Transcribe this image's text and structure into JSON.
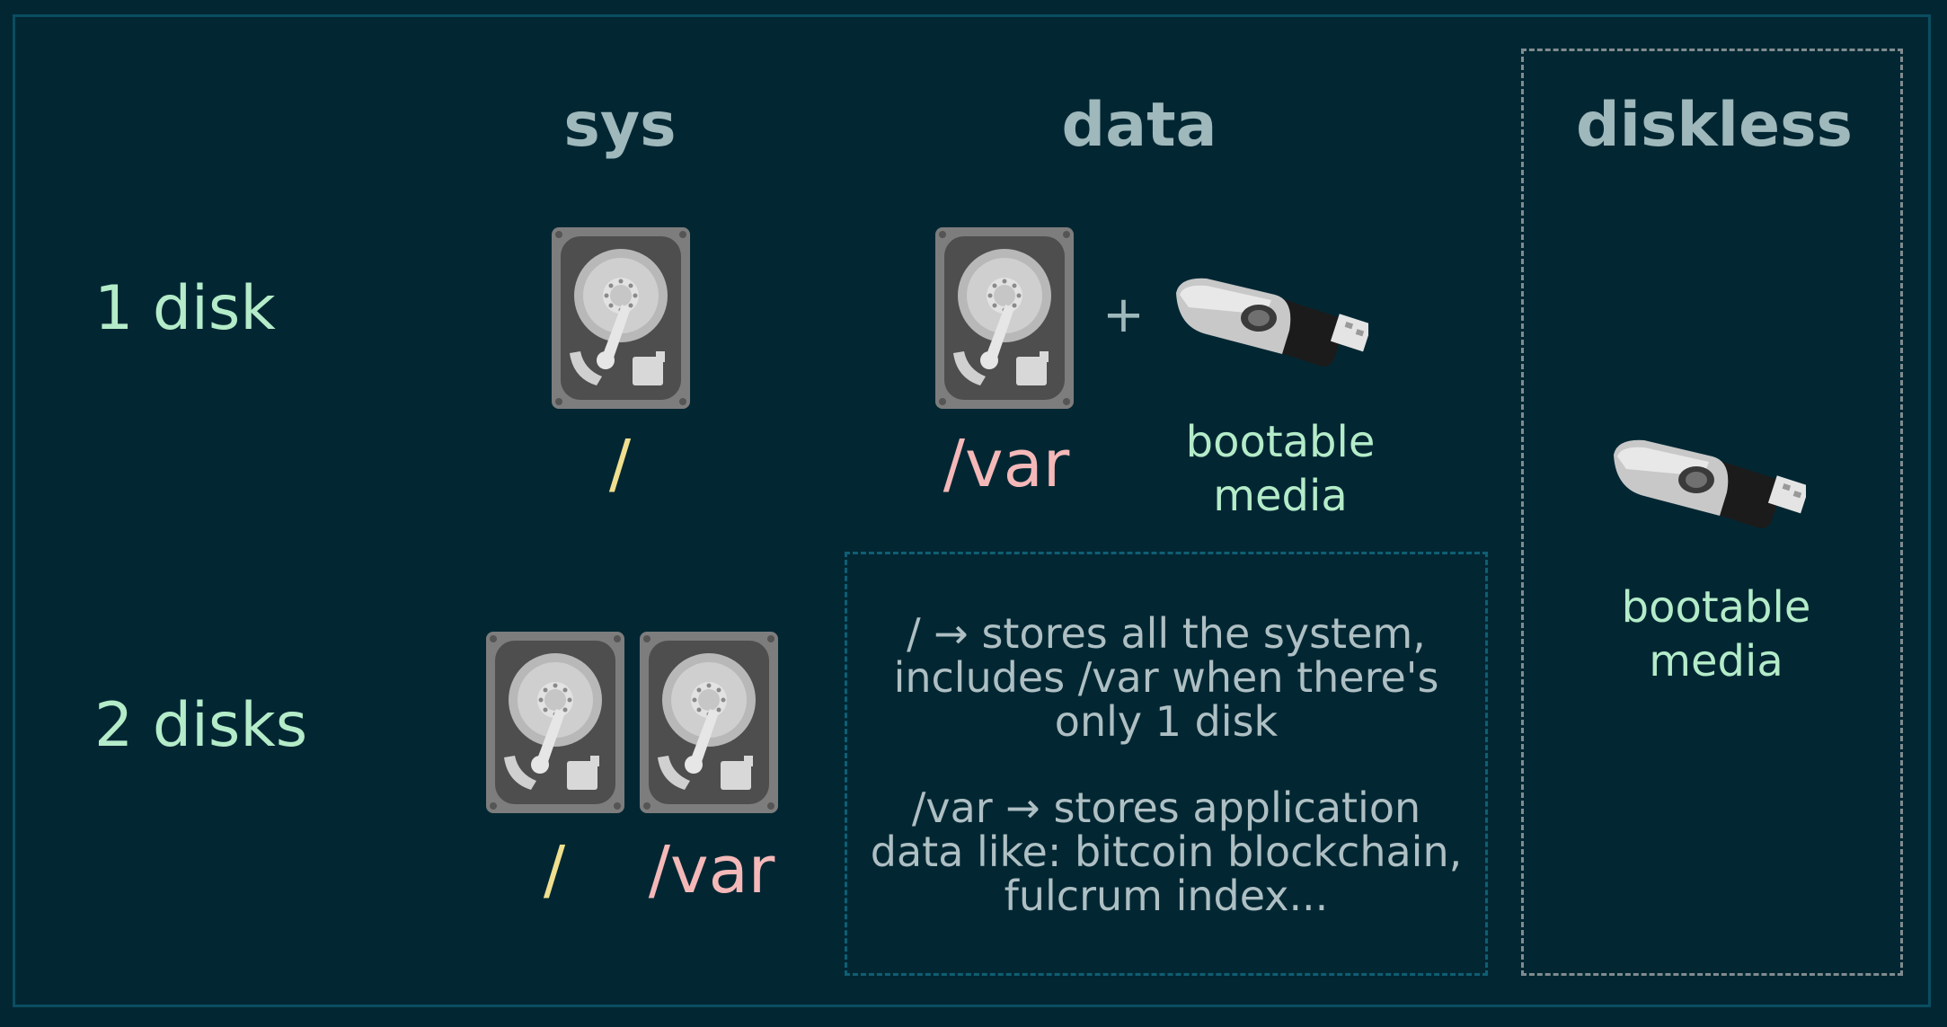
{
  "columns": {
    "sys": "sys",
    "data": "data",
    "diskless": "diskless"
  },
  "rows": {
    "one": "1 disk",
    "two": "2 disks"
  },
  "paths": {
    "root": "/",
    "var": "/var"
  },
  "plus": "+",
  "bootable_media": {
    "line1": "bootable",
    "line2": "media"
  },
  "note": {
    "root_lines": [
      "/ → stores all the system,",
      "includes /var when there's",
      "only 1 disk"
    ],
    "var_lines": [
      "/var → stores application",
      "data like: bitcoin blockchain,",
      "fulcrum index..."
    ]
  },
  "icons": {
    "disk": "hard-drive-icon",
    "usb": "usb-stick-icon"
  },
  "colors": {
    "background": "#022733",
    "heading": "#9fb8bb",
    "label_green": "#b4ecc9",
    "root_path_yellow": "#f0df8e",
    "var_path_pink": "#f5b8b8",
    "note_text": "#aebfc3"
  }
}
